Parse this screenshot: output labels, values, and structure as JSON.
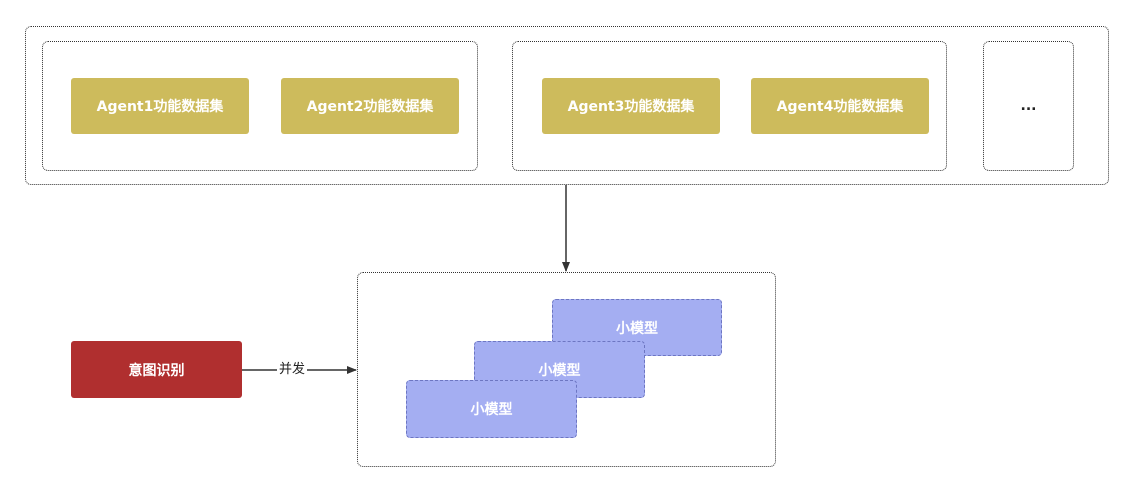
{
  "datasets": {
    "group1": [
      "Agent1功能数据集",
      "Agent2功能数据集"
    ],
    "group2": [
      "Agent3功能数据集",
      "Agent4功能数据集"
    ],
    "more": "..."
  },
  "models": [
    "小模型",
    "小模型",
    "小模型"
  ],
  "intent": {
    "label": "意图识别"
  },
  "edge": {
    "parallel_label": "并发"
  },
  "colors": {
    "dataset": "#cdbb5c",
    "model": "#a4aef2",
    "intent": "#b02f2f",
    "border": "#333333"
  }
}
